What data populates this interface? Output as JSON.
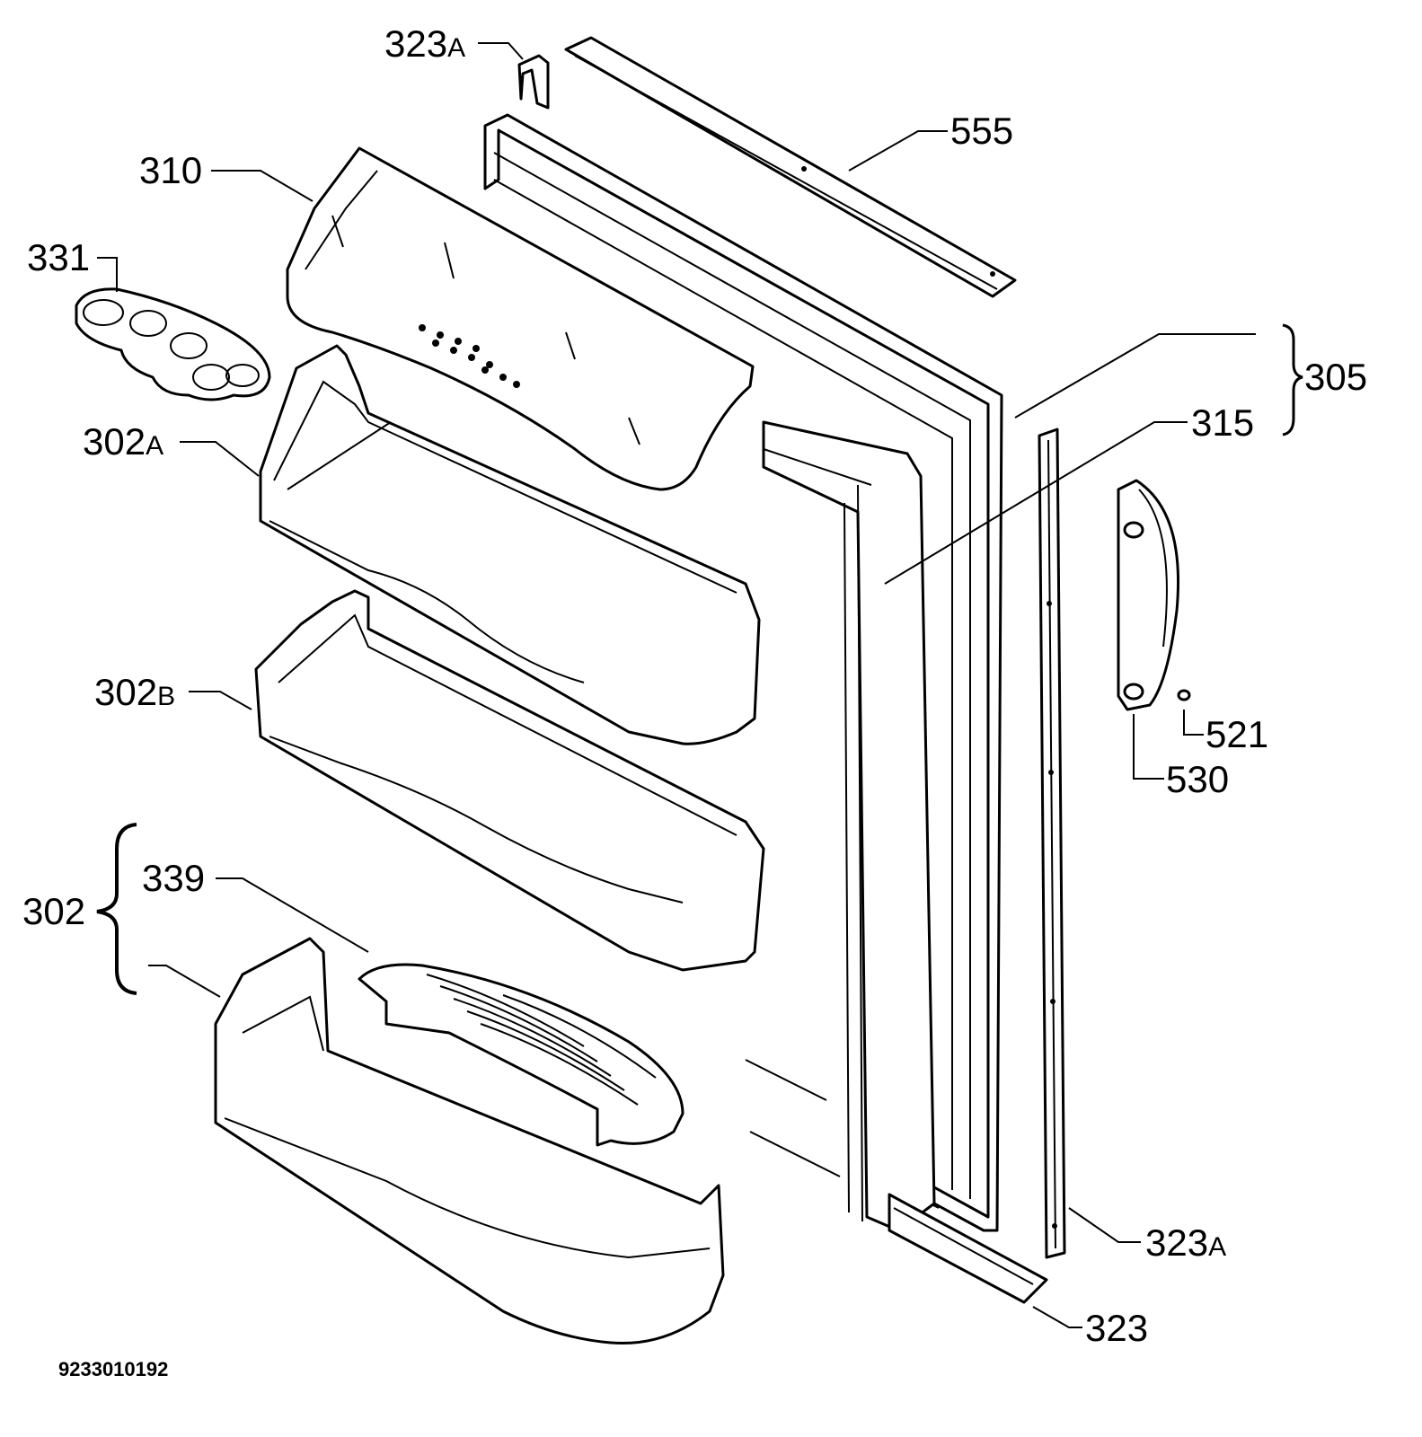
{
  "diagram": {
    "document_number": "9233010192",
    "labels": {
      "p323A_top": {
        "num": "323",
        "suffix": "A"
      },
      "p555": {
        "num": "555"
      },
      "p310": {
        "num": "310"
      },
      "p331": {
        "num": "331"
      },
      "p305": {
        "num": "305"
      },
      "p315": {
        "num": "315"
      },
      "p302A": {
        "num": "302",
        "suffix": "A"
      },
      "p302B": {
        "num": "302",
        "suffix": "B"
      },
      "p521": {
        "num": "521"
      },
      "p530": {
        "num": "530"
      },
      "p302": {
        "num": "302"
      },
      "p339": {
        "num": "339"
      },
      "p323A_bottom": {
        "num": "323",
        "suffix": "A"
      },
      "p323": {
        "num": "323"
      }
    }
  }
}
